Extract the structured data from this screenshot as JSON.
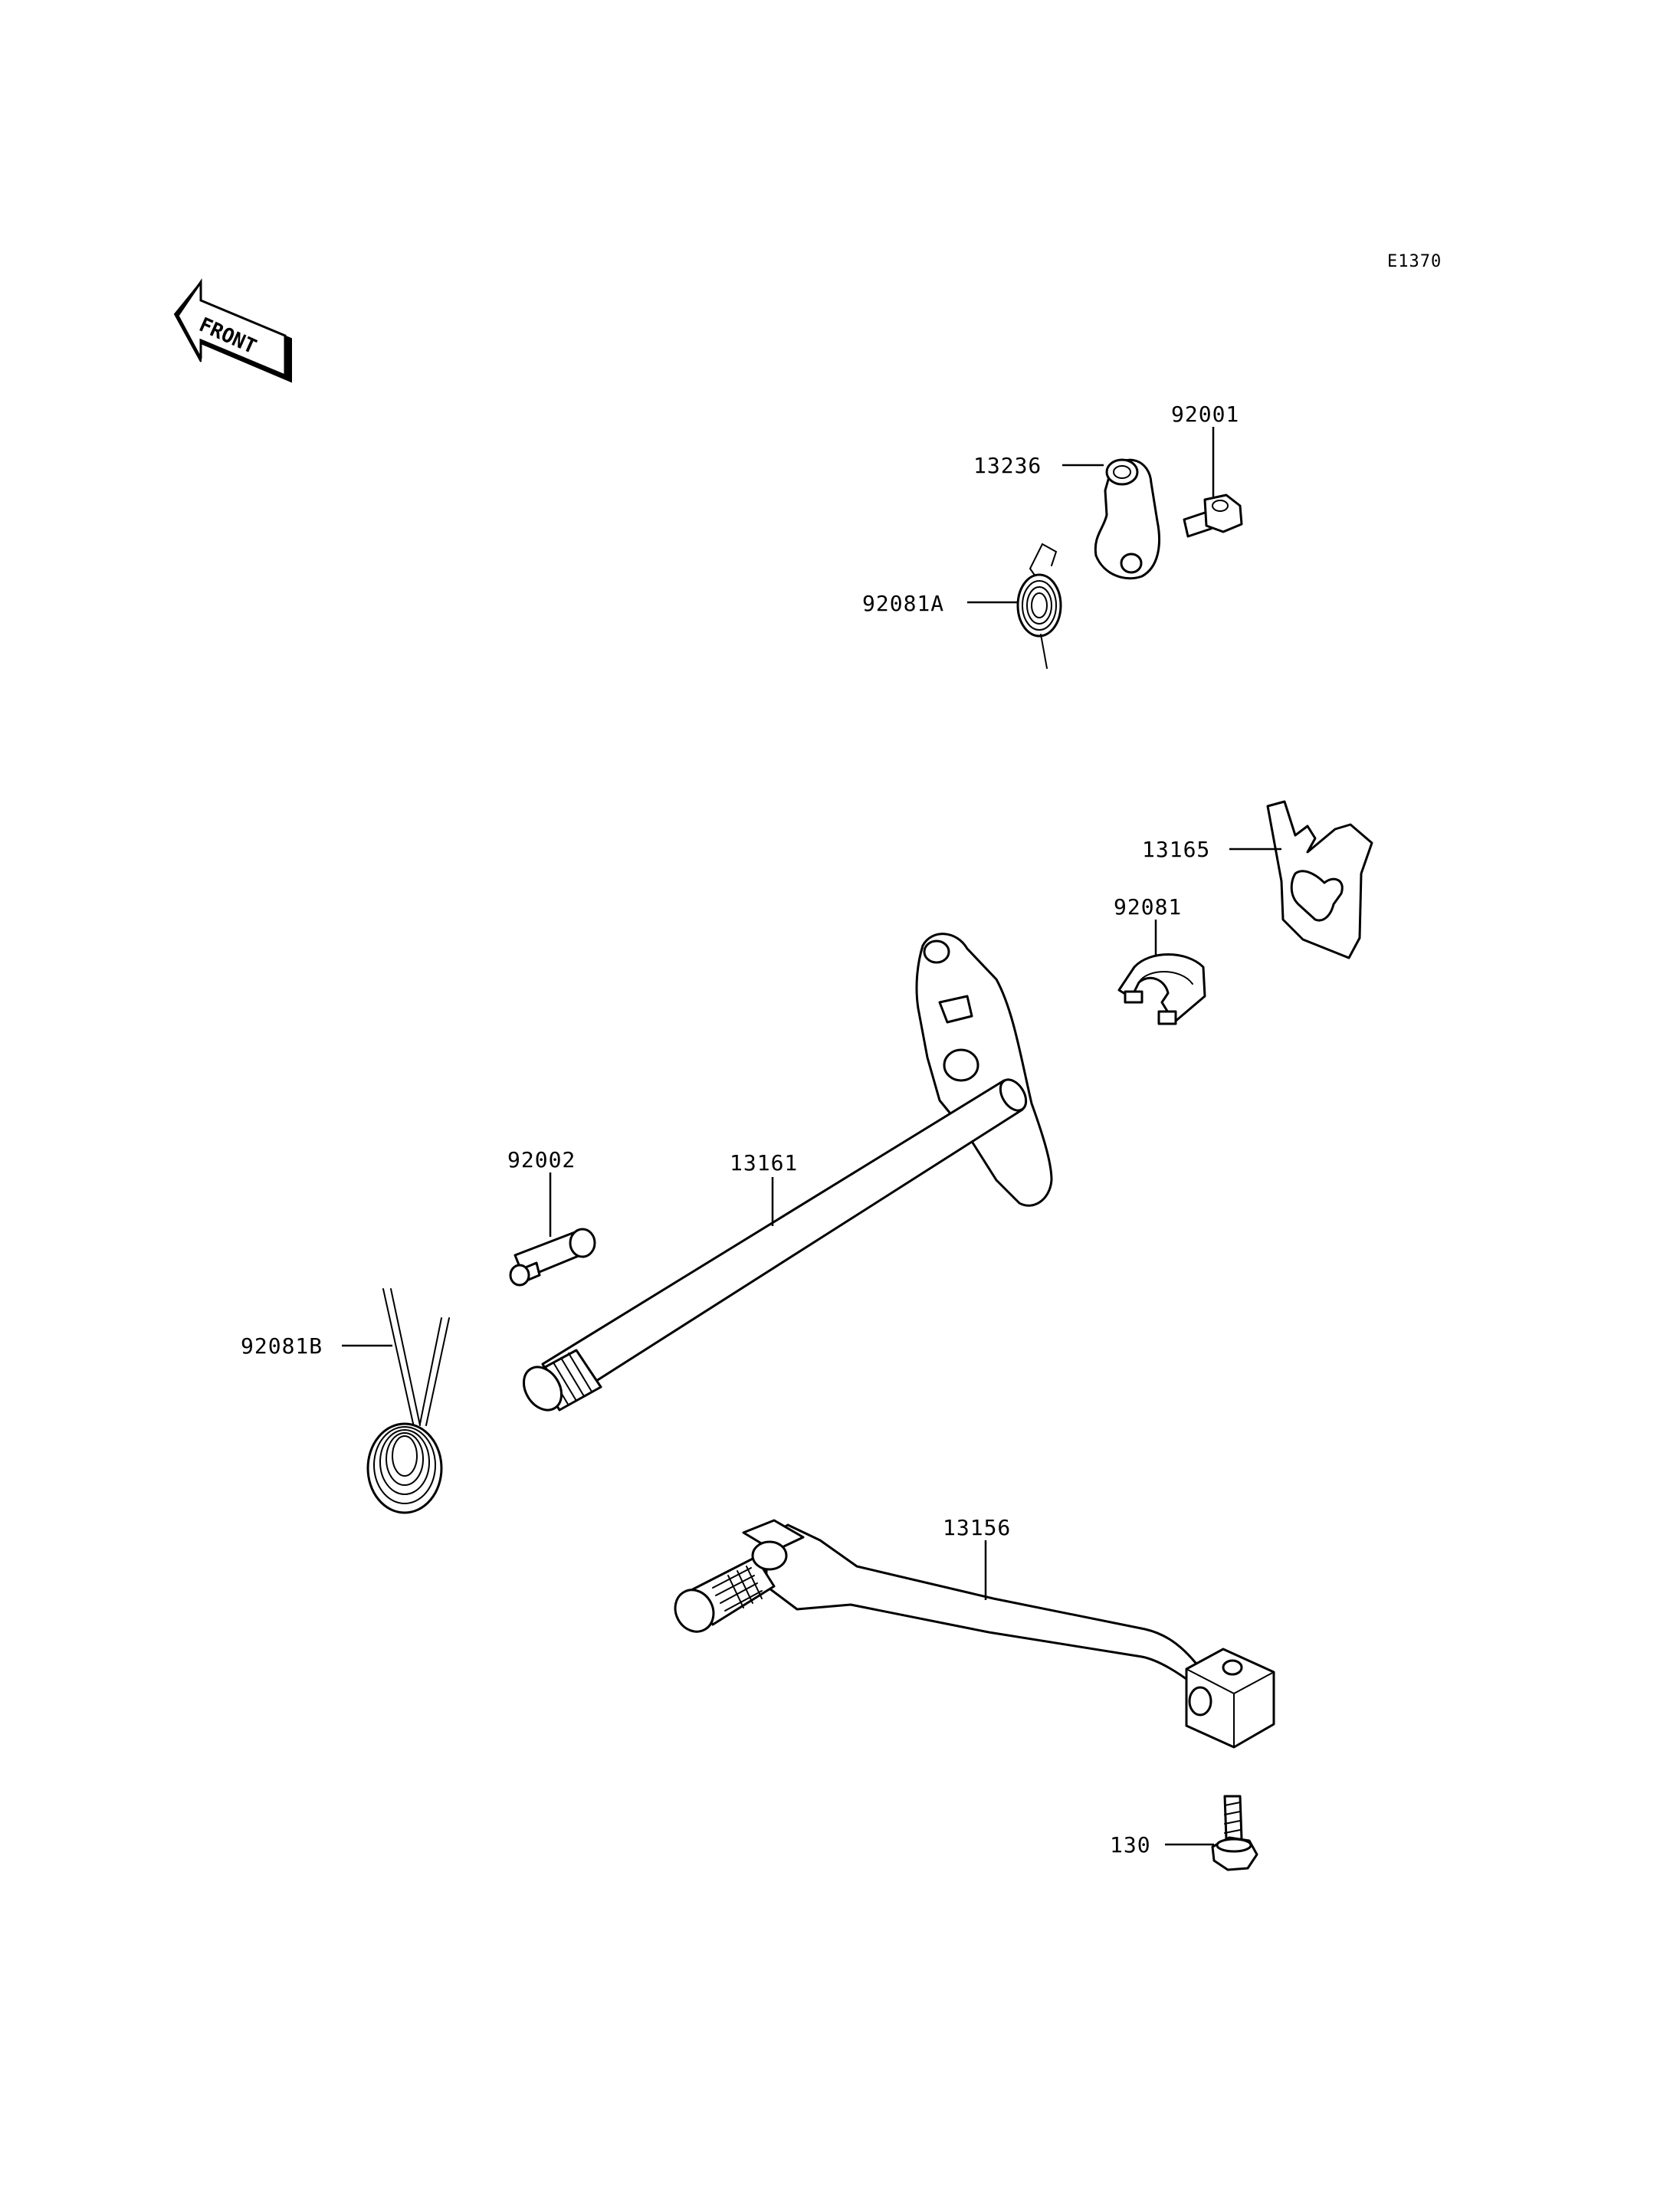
{
  "diagram_code": "E1370",
  "front_label": "FRONT",
  "parts": {
    "p13236": "13236",
    "p92001": "92001",
    "p92081A": "92081A",
    "p13165": "13165",
    "p92081": "92081",
    "p92002": "92002",
    "p13161": "13161",
    "p92081B": "92081B",
    "p13156": "13156",
    "p130": "130"
  }
}
